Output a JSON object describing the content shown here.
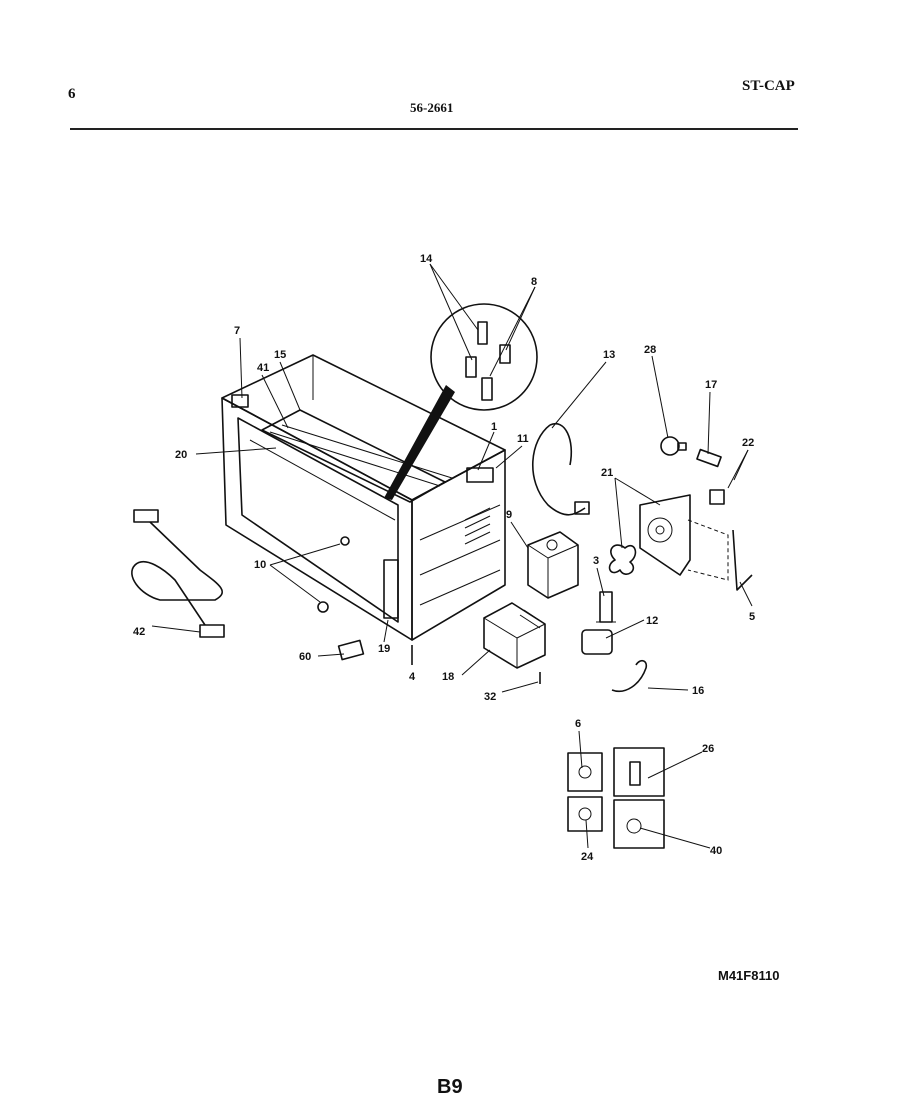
{
  "header": {
    "page_number": "6",
    "document_code": "56-2661",
    "model_code": "ST-CAP"
  },
  "footer": {
    "diagram_code": "M41F8110",
    "page_label": "B9"
  },
  "callouts": [
    {
      "id": "c14",
      "text": "14"
    },
    {
      "id": "c8a",
      "text": "8"
    },
    {
      "id": "c7",
      "text": "7"
    },
    {
      "id": "c15",
      "text": "15"
    },
    {
      "id": "c41",
      "text": "41"
    },
    {
      "id": "c13",
      "text": "13"
    },
    {
      "id": "c28",
      "text": "28"
    },
    {
      "id": "c17",
      "text": "17"
    },
    {
      "id": "c22",
      "text": "22"
    },
    {
      "id": "c20",
      "text": "20"
    },
    {
      "id": "c1",
      "text": "1"
    },
    {
      "id": "c11",
      "text": "11"
    },
    {
      "id": "c21",
      "text": "21"
    },
    {
      "id": "c9",
      "text": "9"
    },
    {
      "id": "c10",
      "text": "10"
    },
    {
      "id": "c3",
      "text": "3"
    },
    {
      "id": "c5",
      "text": "5"
    },
    {
      "id": "c42",
      "text": "42"
    },
    {
      "id": "c12",
      "text": "12"
    },
    {
      "id": "c60",
      "text": "60"
    },
    {
      "id": "c19",
      "text": "19"
    },
    {
      "id": "c4",
      "text": "4"
    },
    {
      "id": "c18",
      "text": "18"
    },
    {
      "id": "c32",
      "text": "32"
    },
    {
      "id": "c16",
      "text": "16"
    },
    {
      "id": "c6",
      "text": "6"
    },
    {
      "id": "c26",
      "text": "26"
    },
    {
      "id": "c24",
      "text": "24"
    },
    {
      "id": "c40",
      "text": "40"
    }
  ]
}
